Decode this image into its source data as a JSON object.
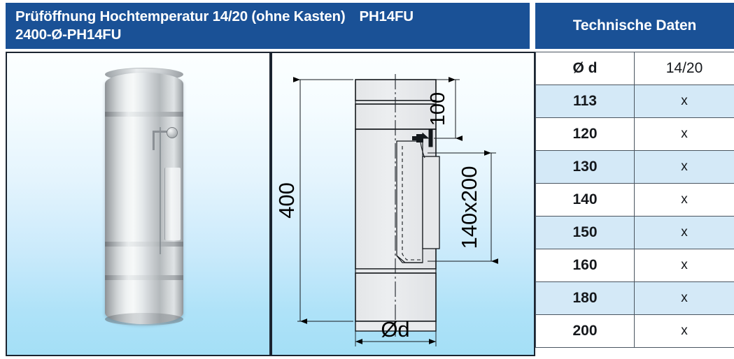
{
  "header": {
    "title_line1": "Prüföffnung Hochtemperatur  14/20 (ohne Kasten)",
    "title_code": "PH14FU",
    "title_line2": "2400-Ø-PH14FU",
    "tech_data_title": "Technische Daten"
  },
  "photo": {
    "alt": "Edelstahl Prüföffnung Rohrelement mit Revisionstür",
    "component": "stainless-steel-inspection-pipe"
  },
  "drawing": {
    "dim_height": "400",
    "dim_offset_top": "100",
    "dim_opening": "140x200",
    "dim_diameter": "Ød"
  },
  "table": {
    "col1_header": "Ø d",
    "col2_header": "14/20",
    "mark": "x",
    "rows": [
      {
        "d": "113",
        "v": "x"
      },
      {
        "d": "120",
        "v": "x"
      },
      {
        "d": "130",
        "v": "x"
      },
      {
        "d": "140",
        "v": "x"
      },
      {
        "d": "150",
        "v": "x"
      },
      {
        "d": "160",
        "v": "x"
      },
      {
        "d": "180",
        "v": "x"
      },
      {
        "d": "200",
        "v": "x"
      }
    ]
  },
  "colors": {
    "header_blue": "#1a5196",
    "row_highlight": "#d4e9f7",
    "panel_border": "#1b2430",
    "panel_bg_top": "#fcffff",
    "panel_bg_bottom": "#a4dff6"
  }
}
